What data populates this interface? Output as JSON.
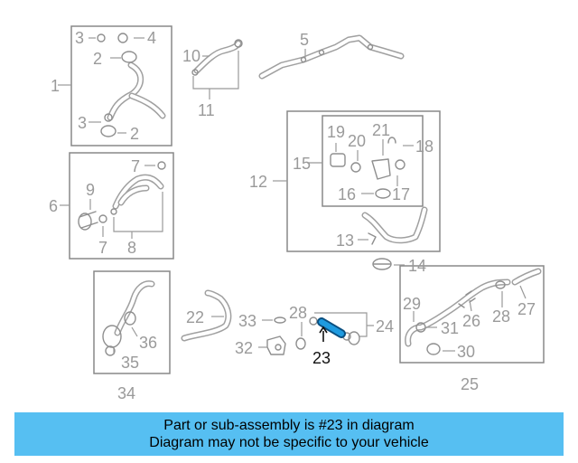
{
  "diagram": {
    "highlight_color": "#1f9be0",
    "callouts": {
      "c1": "1",
      "c2a": "2",
      "c2b": "2",
      "c3a": "3",
      "c3b": "3",
      "c4": "4",
      "c5": "5",
      "c6": "6",
      "c7a": "7",
      "c7b": "7",
      "c8": "8",
      "c9": "9",
      "c10": "10",
      "c11": "11",
      "c12": "12",
      "c13": "13",
      "c14": "14",
      "c15": "15",
      "c16": "16",
      "c17": "17",
      "c18": "18",
      "c19": "19",
      "c20": "20",
      "c21": "21",
      "c22": "22",
      "c23": "23",
      "c24": "24",
      "c25": "25",
      "c26": "26",
      "c27": "27",
      "c28a": "28",
      "c28b": "28",
      "c29": "29",
      "c30": "30",
      "c31": "31",
      "c32": "32",
      "c33": "33",
      "c34": "34",
      "c35": "35",
      "c36": "36"
    }
  },
  "banner": {
    "background": "#56bff2",
    "line1": "Part or sub-assembly is #23 in diagram",
    "line2": "Diagram may not be specific to your vehicle"
  }
}
